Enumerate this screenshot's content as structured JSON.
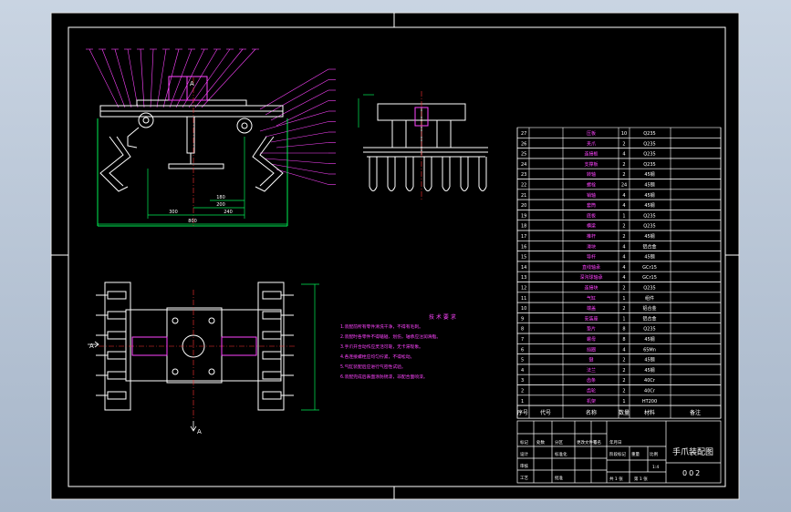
{
  "drawing": {
    "title": "手爪装配图",
    "number": "002",
    "tech_title": "技 术 要 求",
    "tech_lines": [
      "1.装配前所有零件清洗干净，不得有毛刺。",
      "2.装配时各零件不得磕碰、划伤，轴承应注润滑脂。",
      "3.手爪开合动作应灵活可靠，无卡滞现象。",
      "4.各连接螺栓应均匀拧紧，不得松动。",
      "5.气缸装配后应进行气密性试验。",
      "6.装配完成后表面涂防锈漆，非配合面喷漆。"
    ],
    "dims": {
      "d1": "300",
      "d2": "240",
      "d3": "200",
      "d4": "180",
      "d5": "800"
    },
    "section_marks": {
      "a1": "A",
      "a2": "A",
      "a3": "A"
    }
  },
  "bom": {
    "headers": [
      "序号",
      "代号",
      "名称",
      "数量",
      "材料",
      "备注"
    ],
    "rows": [
      {
        "no": "27",
        "name": "压板",
        "qty": "10",
        "mat": "Q235"
      },
      {
        "no": "26",
        "name": "夹爪",
        "qty": "2",
        "mat": "Q235"
      },
      {
        "no": "25",
        "name": "连接板",
        "qty": "4",
        "mat": "Q235"
      },
      {
        "no": "24",
        "name": "支撑板",
        "qty": "2",
        "mat": "Q235"
      },
      {
        "no": "23",
        "name": "转轴",
        "qty": "2",
        "mat": "45钢"
      },
      {
        "no": "22",
        "name": "螺栓",
        "qty": "24",
        "mat": "45钢"
      },
      {
        "no": "21",
        "name": "销轴",
        "qty": "4",
        "mat": "45钢"
      },
      {
        "no": "20",
        "name": "套筒",
        "qty": "4",
        "mat": "45钢"
      },
      {
        "no": "19",
        "name": "底板",
        "qty": "1",
        "mat": "Q235"
      },
      {
        "no": "18",
        "name": "横梁",
        "qty": "2",
        "mat": "Q235"
      },
      {
        "no": "17",
        "name": "推杆",
        "qty": "2",
        "mat": "45钢"
      },
      {
        "no": "16",
        "name": "滑块",
        "qty": "4",
        "mat": "铝合金"
      },
      {
        "no": "15",
        "name": "导杆",
        "qty": "4",
        "mat": "45钢"
      },
      {
        "no": "14",
        "name": "直线轴承",
        "qty": "4",
        "mat": "GCr15"
      },
      {
        "no": "13",
        "name": "深沟球轴承",
        "qty": "4",
        "mat": "GCr15"
      },
      {
        "no": "12",
        "name": "连接块",
        "qty": "2",
        "mat": "Q235"
      },
      {
        "no": "11",
        "name": "气缸",
        "qty": "1",
        "mat": "组件"
      },
      {
        "no": "10",
        "name": "端盖",
        "qty": "2",
        "mat": "铝合金"
      },
      {
        "no": "9",
        "name": "安装座",
        "qty": "1",
        "mat": "铝合金"
      },
      {
        "no": "8",
        "name": "垫片",
        "qty": "8",
        "mat": "Q235"
      },
      {
        "no": "7",
        "name": "螺母",
        "qty": "8",
        "mat": "45钢"
      },
      {
        "no": "6",
        "name": "挡圈",
        "qty": "4",
        "mat": "65Mn"
      },
      {
        "no": "5",
        "name": "键",
        "qty": "2",
        "mat": "45钢"
      },
      {
        "no": "4",
        "name": "法兰",
        "qty": "2",
        "mat": "45钢"
      },
      {
        "no": "3",
        "name": "齿条",
        "qty": "2",
        "mat": "40Cr"
      },
      {
        "no": "2",
        "name": "齿轮",
        "qty": "2",
        "mat": "40Cr"
      },
      {
        "no": "1",
        "name": "机架",
        "qty": "1",
        "mat": "HT200"
      }
    ]
  },
  "title_block": {
    "r1": [
      "标记",
      "处数",
      "分区",
      "更改文件号",
      "签名",
      "年月日"
    ],
    "designer": "设计",
    "standard": "标准化",
    "review": "审核",
    "process": "工艺",
    "approve": "批准",
    "stage": "阶段标记",
    "weight": "重量",
    "scale": "比例",
    "scale_val": "1:4",
    "sheets": "共 1 张",
    "sheet_no": "第 1 张"
  }
}
